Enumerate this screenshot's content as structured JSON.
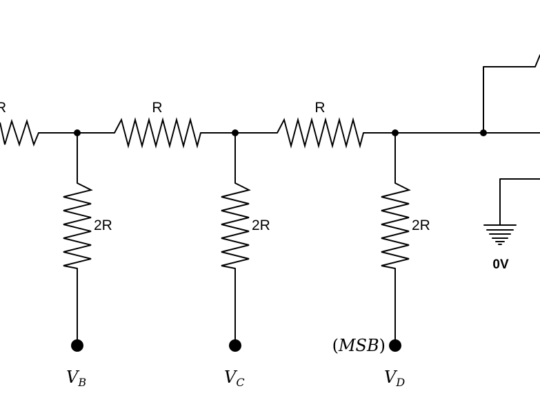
{
  "diagram": {
    "resistor_labels": {
      "series_left": "R",
      "series_middle": "R",
      "shunt_b": "2R",
      "shunt_c": "2R",
      "shunt_d": "2R"
    },
    "ground_label": "0V",
    "terminals": {
      "b": {
        "symbol": "V",
        "subscript": "B"
      },
      "c": {
        "symbol": "V",
        "subscript": "C"
      },
      "d": {
        "symbol": "V",
        "subscript": "D",
        "note": "MSB"
      }
    }
  }
}
